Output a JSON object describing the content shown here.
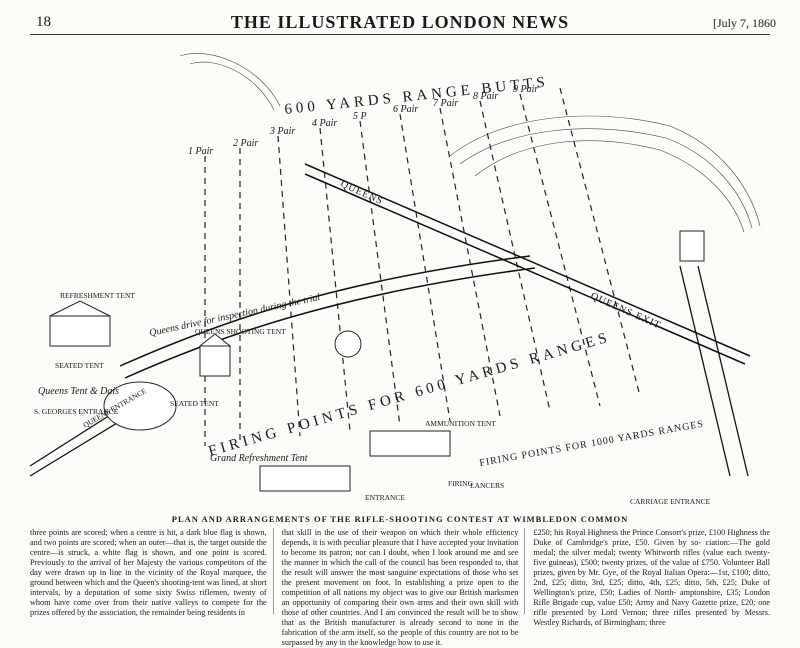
{
  "header": {
    "page_number": "18",
    "masthead": "THE ILLUSTRATED LONDON NEWS",
    "date": "[July 7, 1860"
  },
  "map": {
    "butts_title": "600 YARDS  RANGE  BUTTS",
    "queens_road": "QUEENS",
    "queens_drive": "Queens drive for inspection during the trial",
    "queens_exit": "QUEENS EXIT",
    "refreshment_tent": "REFRESHMENT TENT",
    "queens_shooting_tent": "QUEENS SHOOTING TENT",
    "seated_tent": "SEATED TENT",
    "queens_tent_dais": "Queens Tent & Dais",
    "seated_tent_2": "SEATED TENT",
    "st_georges_entrance": "S. GEORGES ENTRANCE",
    "queens_entrance": "QUEENS ENTRANCE",
    "firing_points_600": "FIRING POINTS FOR 600 YARDS RANGES",
    "firing_points_1000": "FIRING POINTS FOR 1000 YARDS RANGES",
    "ammunition_tent": "AMMUNITION TENT",
    "grand_refreshment": "Grand Refreshment Tent",
    "entrance": "ENTRANCE",
    "lancers": "LANCERS",
    "carriage_entrance": "CARRIAGE ENTRANCE",
    "firing_label": "FIRING",
    "pairs": [
      "1 Pair",
      "2 Pair",
      "3 Pair",
      "4 Pair",
      "5 P",
      "6 Pair",
      "7 Pair",
      "8 Pair",
      "9 Pair"
    ]
  },
  "caption": "PLAN AND ARRANGEMENTS OF THE RIFLE-SHOOTING CONTEST AT WIMBLEDON COMMON",
  "columns": [
    "three points are scored; when a centre is hit, a dark blue flag is shown, and two points are scored; when an outer—that is, the target outside the centre—is struck, a white flag is shown, and one point is scored. Previously to the arrival of her Majesty the various competitors of the day were drawn up in line in the vicinity of the Royal marquee, the ground between which and the Queen's shooting-tent was lined, at short intervals, by a deputation of some sixty Swiss riflemen, twenty of whom have come over from their native valleys to compete for the prizes offered by the association, the remainder being residents in",
    "that skill in the use of their weapon on which their whole efficiency depends, it is with peculiar pleasure that I have accepted your invitation to become its patron; nor can I doubt, when I look around me and see the manner in which the call of the council has been responded to, that the result will answer the most sanguine expectations of those who set the present movement on foot. In establishing a prize open to the competition of all nations my object was to give our British marksmen an opportunity of comparing their own arms and their own skill with those of other countries. And I am convinced the result will be to show that as the British manufacturer is already second to none in the fabrication of the arm itself, so the people of this country are not to be surpassed by any in the knowledge how to use it.",
    "£250; his Royal Highness the Prince Consort's prize, £100 Highness the Duke of Cambridge's prize, £50. Given by so- ciation:—The gold medal; the silver medal; twenty Whitworth rifles (value each twenty-five guineas), £500; twenty prizes, of the value of £750. Volunteer Ball prizes, given by Mr. Gye, of the Royal Italian Opera:—1st, £100; ditto, 2nd, £25; ditto, 3rd, £25; ditto, 4th, £25; ditto, 5th, £25; Duke of Wellington's prize, £50; Ladies of North- amptonshire, £35; London Rifle Brigade cup, value £50; Army and Navy Gazette prize, £20; one rifle presented by Lord Vernon; three rifles presented by Messrs. Westley Richards, of Birmingham; three"
  ]
}
